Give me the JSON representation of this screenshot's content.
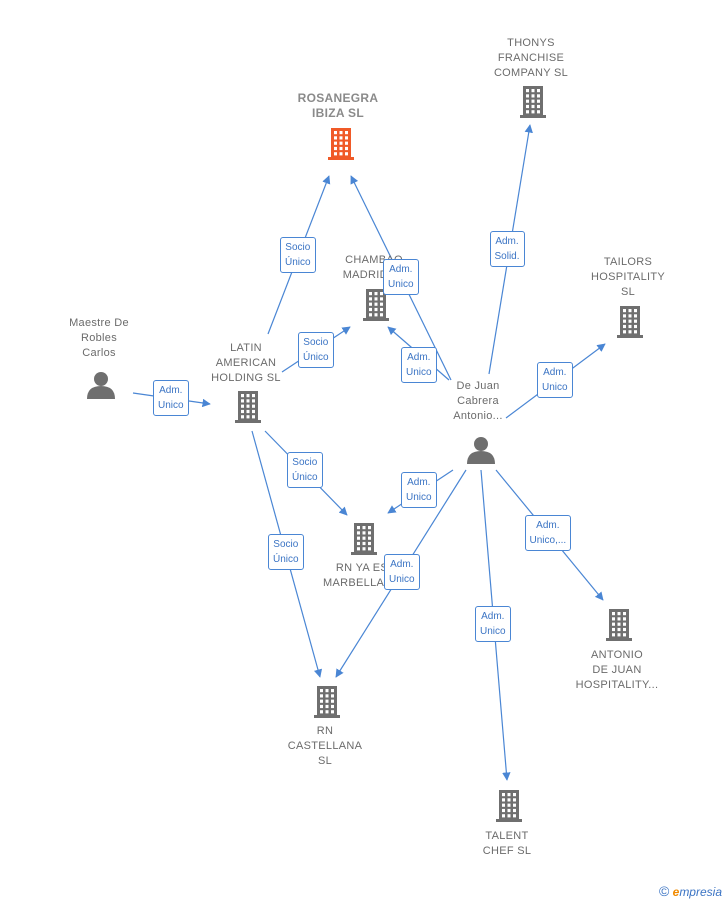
{
  "colors": {
    "edge": "#4a86d4",
    "node_default": "#6f6f6f",
    "node_focus": "#f05a28"
  },
  "nodes": [
    {
      "id": "rosanegra",
      "label": "ROSANEGRA\nIBIZA  SL",
      "kind": "company",
      "focus": true
    },
    {
      "id": "thonys",
      "label": "THONYS\nFRANCHISE\nCOMPANY  SL",
      "kind": "company"
    },
    {
      "id": "tailors",
      "label": "TAILORS\nHOSPITALITY\nSL",
      "kind": "company"
    },
    {
      "id": "chambao",
      "label": "CHAMBAO\nMADRID  SL",
      "kind": "company"
    },
    {
      "id": "latin",
      "label": "LATIN\nAMERICAN\nHOLDING  SL",
      "kind": "company"
    },
    {
      "id": "maestre",
      "label": "Maestre De\nRobles\nCarlos",
      "kind": "person"
    },
    {
      "id": "dejuan",
      "label": "De Juan\nCabrera\nAntonio...",
      "kind": "person"
    },
    {
      "id": "rnyaes",
      "label": "RN YA ES\nMARBELLA  SL",
      "kind": "company"
    },
    {
      "id": "antonio",
      "label": "ANTONIO\nDE JUAN\nHOSPITALITY...",
      "kind": "company"
    },
    {
      "id": "rncastellana",
      "label": "RN\nCASTELLANA\nSL",
      "kind": "company"
    },
    {
      "id": "talent",
      "label": "TALENT\nCHEF  SL",
      "kind": "company"
    }
  ],
  "edges": [
    {
      "from": "latin",
      "to": "rosanegra",
      "label": "Socio\nÚnico"
    },
    {
      "from": "dejuan",
      "to": "rosanegra",
      "label": "Adm.\nUnico"
    },
    {
      "from": "dejuan",
      "to": "thonys",
      "label": "Adm.\nSolid."
    },
    {
      "from": "dejuan",
      "to": "tailors",
      "label": "Adm.\nUnico"
    },
    {
      "from": "latin",
      "to": "chambao",
      "label": "Socio\nÚnico"
    },
    {
      "from": "dejuan",
      "to": "chambao",
      "label": "Adm.\nUnico"
    },
    {
      "from": "maestre",
      "to": "latin",
      "label": "Adm.\nUnico"
    },
    {
      "from": "latin",
      "to": "rnyaes",
      "label": "Socio\nÚnico"
    },
    {
      "from": "dejuan",
      "to": "rnyaes",
      "label": "Adm.\nUnico"
    },
    {
      "from": "latin",
      "to": "rncastellana",
      "label": "Socio\nÚnico"
    },
    {
      "from": "dejuan",
      "to": "rncastellana",
      "label": "Adm.\nUnico"
    },
    {
      "from": "dejuan",
      "to": "antonio",
      "label": "Adm.\nUnico,..."
    },
    {
      "from": "dejuan",
      "to": "talent",
      "label": "Adm.\nUnico"
    }
  ],
  "watermark": {
    "symbol": "©",
    "brand_first": "e",
    "brand_rest": "mpresia"
  }
}
